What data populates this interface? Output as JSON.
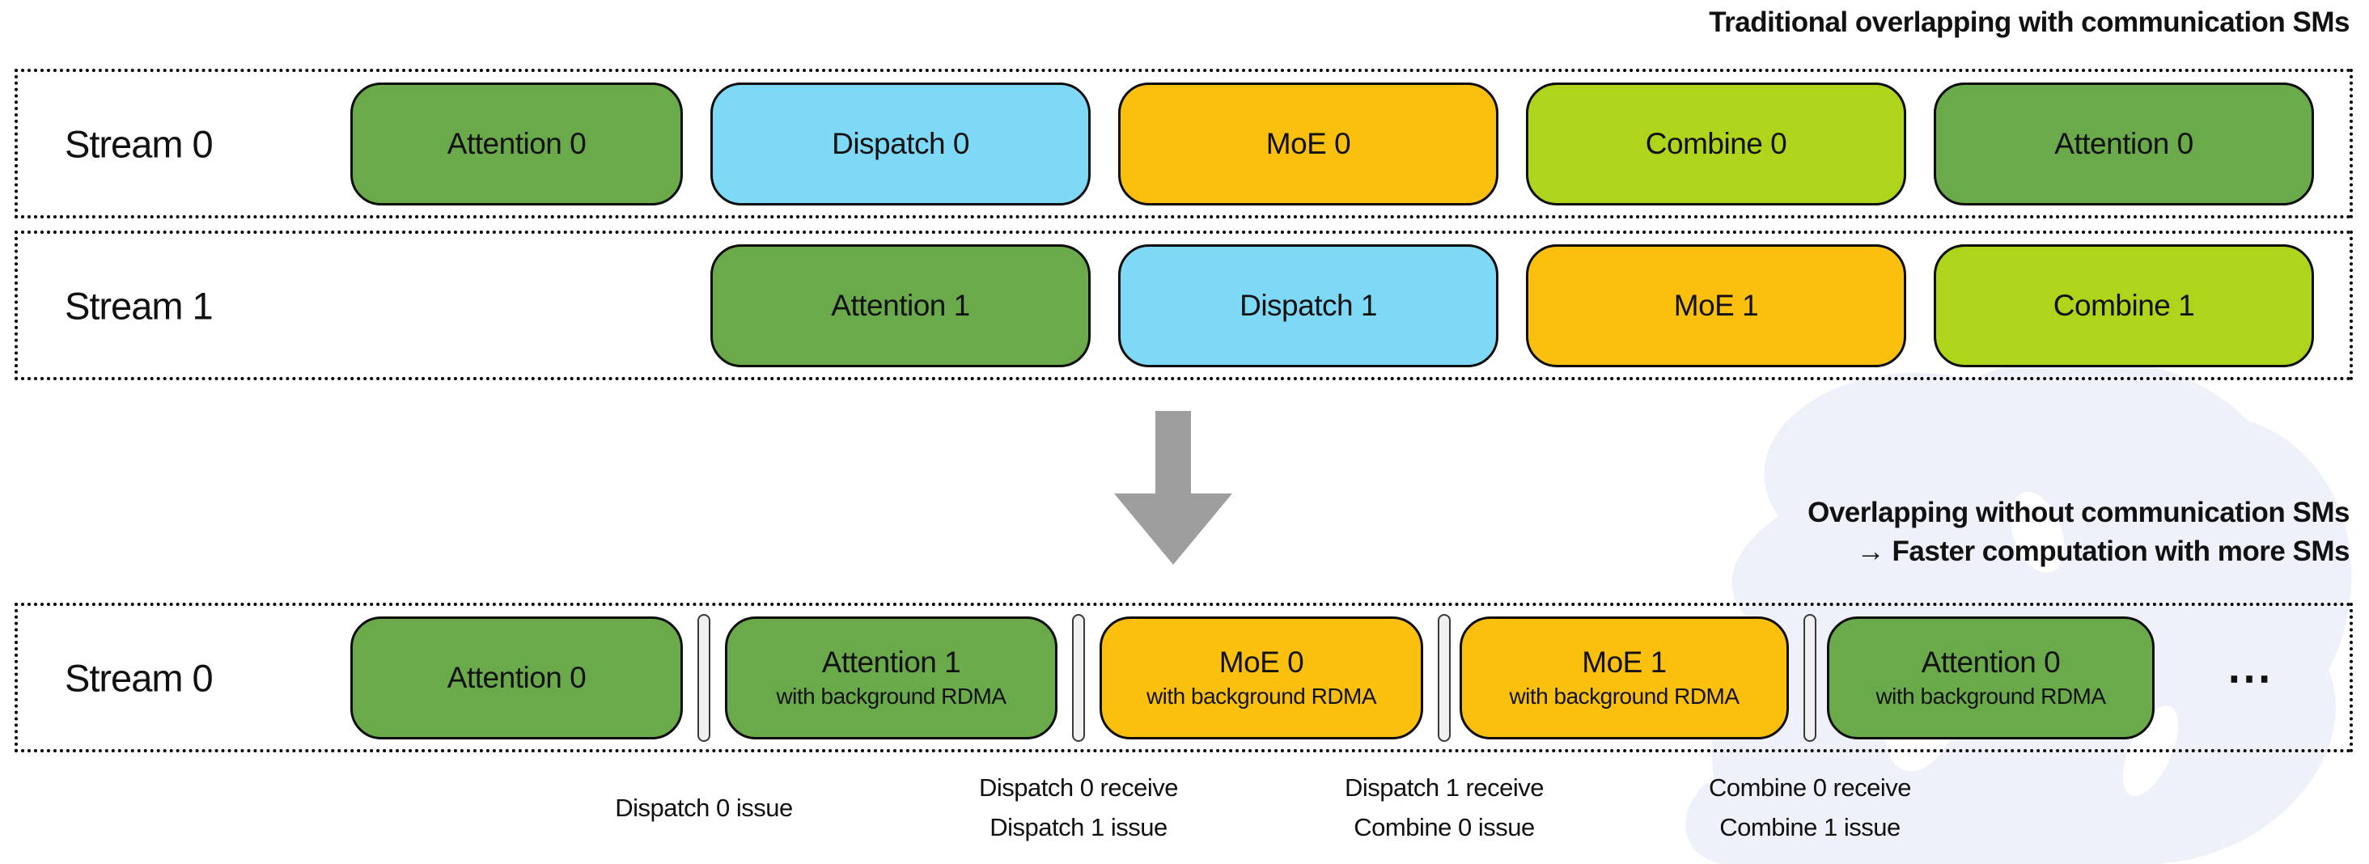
{
  "palette": {
    "block_green": "#6aaa4b",
    "block_blue": "#7ed9f7",
    "block_orange": "#fbc00d",
    "block_lime": "#aed41c",
    "block_border": "#0d0d0d",
    "arrow_gray": "#9e9e9e",
    "separator_fill": "#f0f0f0",
    "dotted_border": "#000000",
    "watermark_tint": "#eef1f9"
  },
  "top_section": {
    "title": "Traditional overlapping with communication SMs",
    "rows": [
      {
        "label": "Stream 0",
        "blocks": [
          {
            "label": "Attention 0"
          },
          {
            "label": "Dispatch 0"
          },
          {
            "label": "MoE 0"
          },
          {
            "label": "Combine 0"
          },
          {
            "label": "Attention 0"
          }
        ]
      },
      {
        "label": "Stream 1",
        "blocks": [
          {
            "label": "Attention 1"
          },
          {
            "label": "Dispatch 1"
          },
          {
            "label": "MoE 1"
          },
          {
            "label": "Combine 1"
          }
        ]
      }
    ]
  },
  "bottom_section": {
    "title_line1": "Overlapping without communication SMs",
    "title_line2": "→ Faster computation with more SMs",
    "row": {
      "label": "Stream 0",
      "blocks": [
        {
          "label": "Attention 0",
          "sublabel": ""
        },
        {
          "label": "Attention 1",
          "sublabel": "with background RDMA"
        },
        {
          "label": "MoE 0",
          "sublabel": "with background RDMA"
        },
        {
          "label": "MoE 1",
          "sublabel": "with background RDMA"
        },
        {
          "label": "Attention 0",
          "sublabel": "with background RDMA"
        }
      ],
      "ellipsis": "⋯"
    },
    "annotations": [
      {
        "line1": "Dispatch 0 issue",
        "line2": ""
      },
      {
        "line1": "Dispatch 0 receive",
        "line2": "Dispatch 1 issue"
      },
      {
        "line1": "Dispatch 1 receive",
        "line2": "Combine 0 issue"
      },
      {
        "line1": "Combine 0 receive",
        "line2": "Combine 1 issue"
      }
    ]
  }
}
